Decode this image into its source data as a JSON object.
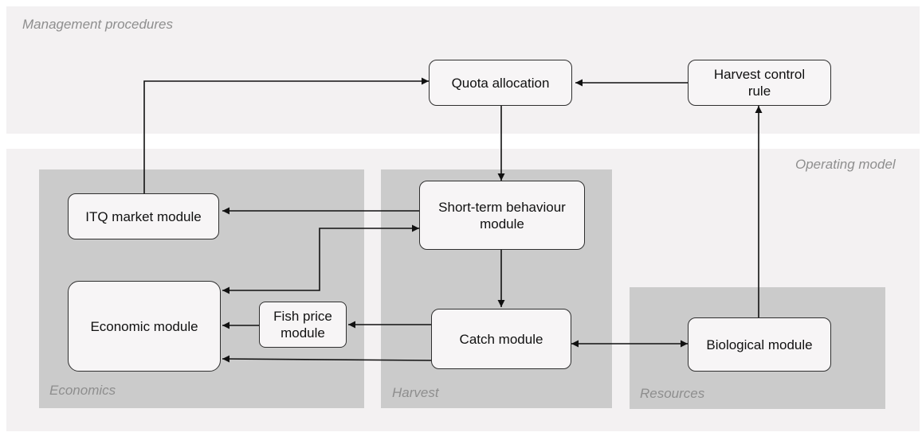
{
  "colors": {
    "panel_bg": "#f3f1f2",
    "region_bg": "#cbcbcb",
    "node_bg": "#f7f5f6",
    "stroke": "#111111",
    "label": "#8e8e8e"
  },
  "panels": {
    "management": {
      "label": "Management procedures"
    },
    "operating": {
      "label": "Operating model"
    }
  },
  "regions": {
    "economics": {
      "label": "Economics"
    },
    "harvest": {
      "label": "Harvest"
    },
    "resources": {
      "label": "Resources"
    }
  },
  "nodes": {
    "quota_allocation": "Quota allocation",
    "harvest_control_rule": "Harvest control\nrule",
    "itq_market_module": "ITQ market module",
    "short_term_behaviour_module": "Short-term behaviour\nmodule",
    "economic_module": "Economic module",
    "fish_price_module": "Fish price\nmodule",
    "catch_module": "Catch module",
    "biological_module": "Biological module"
  },
  "edges": [
    {
      "from": "harvest_control_rule",
      "to": "quota_allocation"
    },
    {
      "from": "itq_market_module",
      "to": "quota_allocation"
    },
    {
      "from": "quota_allocation",
      "to": "short_term_behaviour_module"
    },
    {
      "from": "short_term_behaviour_module",
      "to": "itq_market_module"
    },
    {
      "from": "economic_module",
      "to": "short_term_behaviour_module",
      "bidirectional": true
    },
    {
      "from": "short_term_behaviour_module",
      "to": "catch_module"
    },
    {
      "from": "catch_module",
      "to": "fish_price_module"
    },
    {
      "from": "fish_price_module",
      "to": "economic_module"
    },
    {
      "from": "catch_module",
      "to": "economic_module"
    },
    {
      "from": "catch_module",
      "to": "biological_module",
      "bidirectional": true
    },
    {
      "from": "biological_module",
      "to": "harvest_control_rule"
    }
  ]
}
